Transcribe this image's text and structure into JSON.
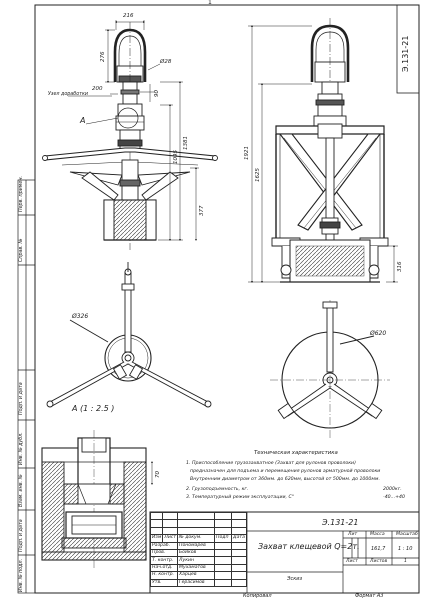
{
  "sheet": {
    "top_page_number": "1",
    "doc_code_rotated": "Э.131-21",
    "bottom_labels": {
      "copied": "Копировал",
      "format": "Формат А3"
    }
  },
  "side_column": {
    "labels": [
      "Перв. примен.",
      "Справ. №",
      "Подп. и дата",
      "Инв. № дубл.",
      "Взам. инв. №",
      "Подп. и дата",
      "Инв. № подл."
    ]
  },
  "dimensions": {
    "d216": "216",
    "d276": "276",
    "phi28": "Ø28",
    "d200": "200",
    "d90": "90",
    "d1381": "1381",
    "d1095": "1095",
    "d1921": "1921",
    "d1625": "1625",
    "d377": "377",
    "d316": "316",
    "phi326": "Ø326",
    "phi620": "Ø620",
    "d70": "70"
  },
  "callouts": {
    "knot": "Узел доработки",
    "view_marker": "А",
    "view_a": "А (1 : 2.5 )"
  },
  "tech": {
    "heading": "Техническая характеристика",
    "lines": [
      "1. Приспособление грузозахватное (Захват для рулонов проволоки)",
      "предназначен для подъема и перемещения рулонов арматурной проволоки",
      "Внутренним диаметром от 360мм. до 620мм, высотой от 500мм. до 1000мм."
    ],
    "load_label": "2. Грузоподъемность, кг.",
    "load_value": "2000кг.",
    "temp_label": "3. Температурный режим эксплуатации, С°",
    "temp_value": "-40...+40"
  },
  "title_block": {
    "doc_number": "Э.131-21",
    "title": "Захват клещевой Q=2т.",
    "sketch": "Эскиз",
    "head_lit": "Лит",
    "head_mass": "Масса",
    "head_scale": "Масштаб",
    "mass": "161,7",
    "scale": "1 : 10",
    "sheet_label": "Лист",
    "sheets_label": "Листов",
    "sheets_value": "1",
    "col_headers": [
      "Изм",
      "Лист",
      "№ докум.",
      "Подп",
      "Дата"
    ],
    "roles": [
      {
        "role": "Разраб.",
        "name": "Пономарев"
      },
      {
        "role": "Пров.",
        "name": "Бойков"
      },
      {
        "role": "Т. контр.",
        "name": "Лукин"
      },
      {
        "role": "Нач.отд.",
        "name": "Мухаматов"
      },
      {
        "role": "Н. контр.",
        "name": "Харцев"
      },
      {
        "role": "Утв.",
        "name": "Герасимов"
      }
    ]
  }
}
